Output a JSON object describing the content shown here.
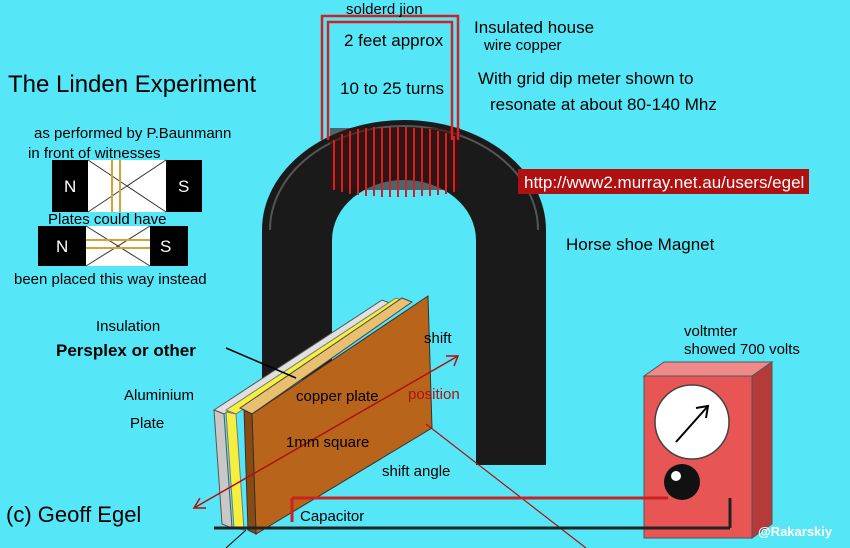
{
  "title": "The Linden Experiment",
  "performed_by": "as performed by  P.Baunmann",
  "witnesses": "in front of witnesses",
  "plates_note_1": "Plates could have",
  "plates_note_2": "been placed this way instead",
  "pole_n": "N",
  "pole_s": "S",
  "coil_label_top": "solderd jion",
  "coil_length": "2 feet approx",
  "coil_turns": "10 to 25 turns",
  "wire_note_1": "Insulated house",
  "wire_note_2": "wire copper",
  "dip_note_1": "With grid dip meter shown to",
  "dip_note_2": "resonate at about 80-140 Mhz",
  "url": "http://www2.murray.net.au/users/egel",
  "magnet_label": "Horse shoe Magnet",
  "insulation_label": "Insulation",
  "perspex_label": "Persplex or other",
  "aluminium_label_1": "Aluminium",
  "aluminium_label_2": "Plate",
  "copper_label": "copper plate",
  "size_label": "1mm square",
  "shift_label": "shift",
  "position_label": "position",
  "shift_angle_label": "shift angle",
  "voltmeter_label_1": "voltmter",
  "voltmeter_label_2": "showed 700 volts",
  "capacitor_label": "Capacitor",
  "copyright": "(c) Geoff Egel",
  "watermark": "@Rakarskiy",
  "colors": {
    "background": "#55e7f7",
    "magnet": "#1a1a1a",
    "coil": "#cc2222",
    "copper": "#b8651b",
    "voltmeter": "#e85555",
    "url_box": "#b01010"
  }
}
